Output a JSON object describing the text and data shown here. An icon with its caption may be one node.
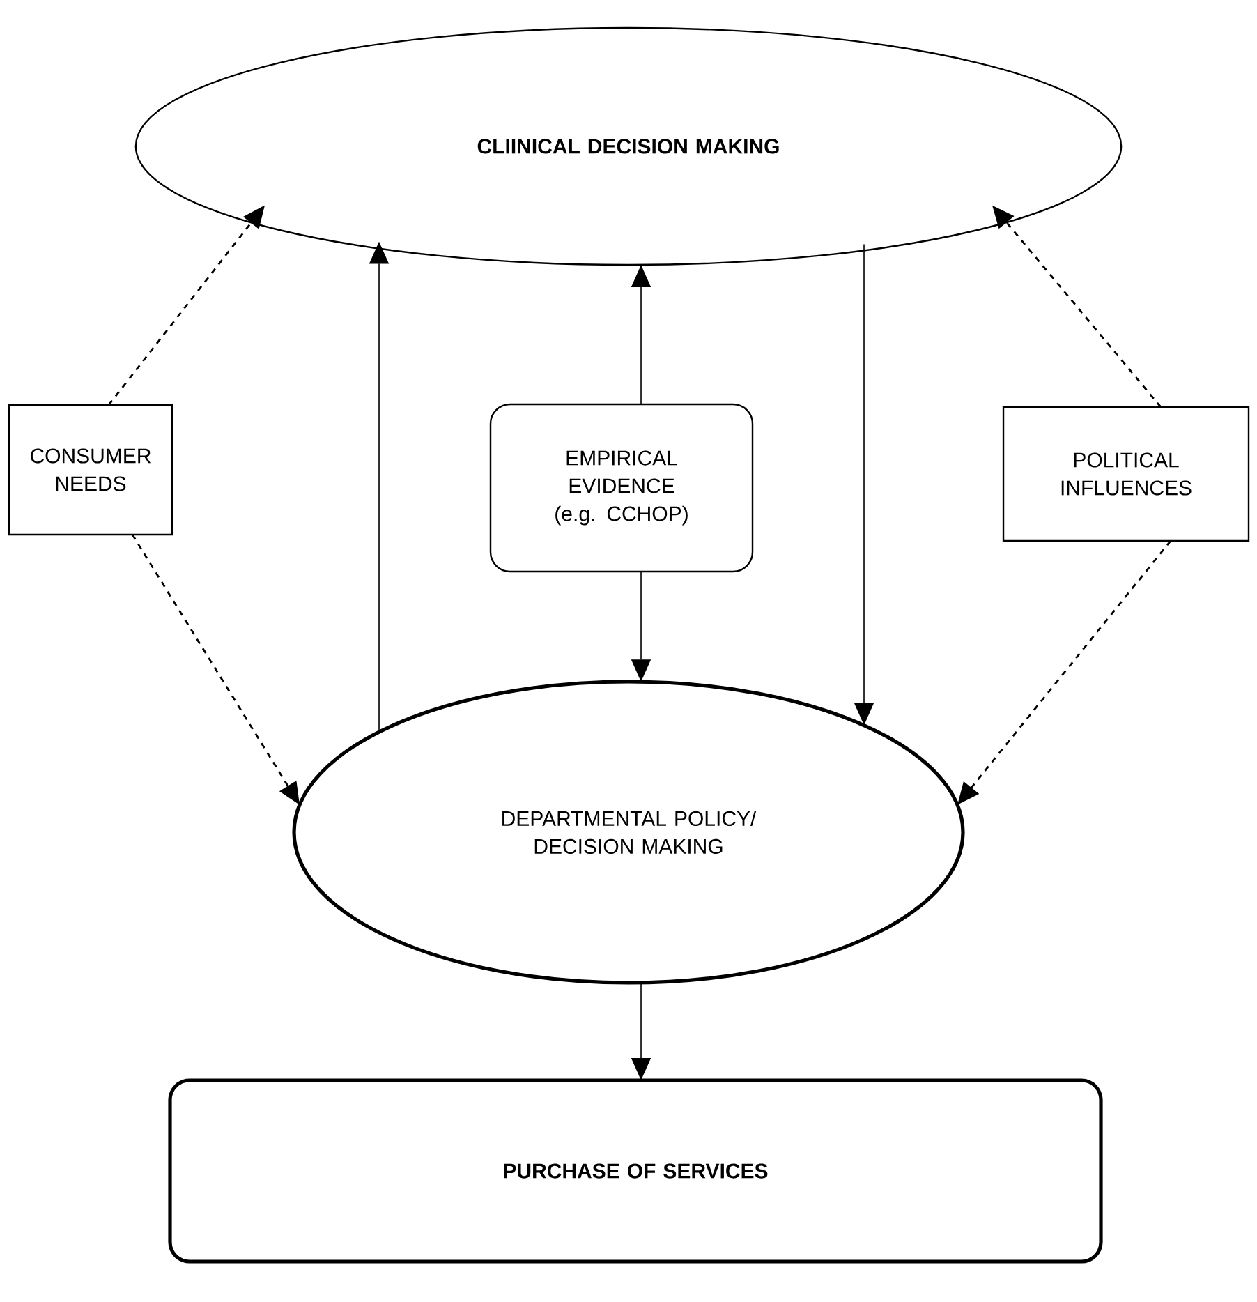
{
  "diagram": {
    "nodes": [
      {
        "text": [
          "CLIINICAL DECISION MAKING"
        ]
      },
      {
        "text": [
          "CONSUMER NEEDS"
        ]
      },
      {
        "text": [
          "EMPIRICAL EVIDENCE (e.g. CCHOP)"
        ]
      },
      {
        "text": [
          "POLITICAL INFLUENCES"
        ]
      },
      {
        "text": [
          "DEPARTMENTAL POLICY/ DECISION MAKING"
        ]
      },
      {
        "text": [
          "PURCHASE OF SERVICES"
        ]
      }
    ],
    "edges": [
      {
        "from": 1,
        "to": 0,
        "arrow": "to",
        "style": "dashed"
      },
      {
        "from": 1,
        "to": 4,
        "arrow": "to",
        "style": "dashed"
      },
      {
        "from": 4,
        "to": 0,
        "arrow": "to"
      },
      {
        "from": 2,
        "to": 0,
        "arrow": "to"
      },
      {
        "from": 2,
        "to": 4,
        "arrow": "to"
      },
      {
        "from": 0,
        "to": 4,
        "arrow": "to"
      },
      {
        "from": 3,
        "to": 0,
        "arrow": "to",
        "style": "dashed"
      },
      {
        "from": 3,
        "to": 4,
        "arrow": "to",
        "style": "dashed"
      },
      {
        "from": 4,
        "to": 5,
        "arrow": "to"
      }
    ]
  }
}
